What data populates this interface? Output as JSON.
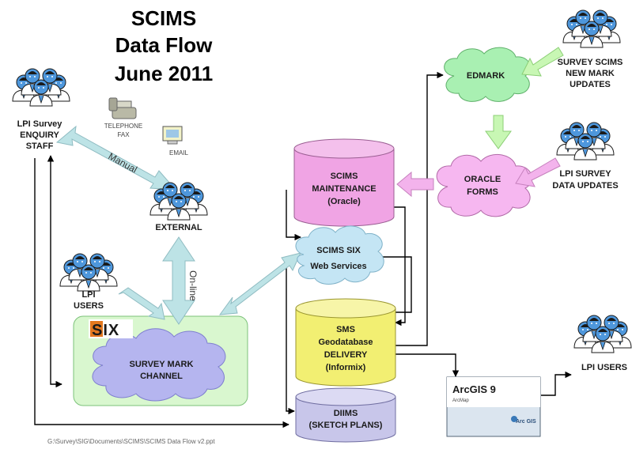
{
  "title": {
    "line1": "SCIMS",
    "line2": "Data Flow",
    "line3": "June 2011"
  },
  "nodes": {
    "enquiry_staff": {
      "line1": "LPI Survey",
      "line2": "ENQUIRY",
      "line3": "STAFF"
    },
    "telephone_fax": {
      "line1": "TELEPHONE",
      "line2": "FAX"
    },
    "email": {
      "label": "EMAIL"
    },
    "external": {
      "label": "EXTERNAL"
    },
    "lpi_users_left": {
      "line1": "LPI",
      "line2": "USERS"
    },
    "survey_mark_channel": {
      "line1": "SURVEY MARK",
      "line2": "CHANNEL"
    },
    "six_logo": {
      "text": "SIX"
    },
    "scims_maintenance": {
      "line1": "SCIMS",
      "line2": "MAINTENANCE",
      "line3": "(Oracle)"
    },
    "scims_six": {
      "line1": "SCIMS SIX",
      "line2": "Web Services"
    },
    "sms_geodatabase": {
      "line1": "SMS",
      "line2": "Geodatabase",
      "line3": "DELIVERY",
      "line4": "(Informix)"
    },
    "diims": {
      "line1": "DIIMS",
      "line2": "(SKETCH PLANS)"
    },
    "edmark": {
      "label": "EDMARK"
    },
    "oracle_forms": {
      "line1": "ORACLE",
      "line2": "FORMS"
    },
    "survey_scims": {
      "line1": "SURVEY SCIMS",
      "line2": "NEW MARK",
      "line3": "UPDATES"
    },
    "lpi_survey_updates": {
      "line1": "LPI SURVEY",
      "line2": "DATA UPDATES"
    },
    "arcgis": {
      "title": "ArcGIS 9",
      "subtitle": "ArcMap",
      "logo": "Arc GIS"
    },
    "lpi_users_right": {
      "label": "LPI  USERS"
    }
  },
  "arrow_labels": {
    "manual": "Manual",
    "online": "On-line"
  },
  "footer": {
    "path": "G:\\Survey\\SIG\\Documents\\SCIMS\\SCIMS Data  Flow v2.ppt"
  },
  "colors": {
    "cylinder_pink": "#f0a4e4",
    "cylinder_yellow": "#f2ef72",
    "cylinder_lavender": "#c8c6ea",
    "cloud_green": "#a9f0b2",
    "cloud_pink": "#f6b7f0",
    "cloud_blue": "#c4e5f4",
    "cloud_purple": "#b5b5ef",
    "channel_box": "#d9f7cf",
    "arrow_teal": "#bde3e6",
    "arrow_lightgreen": "#c8f7b4",
    "arrow_pink": "#f3b3ec",
    "people_blue": "#4e97dc"
  }
}
